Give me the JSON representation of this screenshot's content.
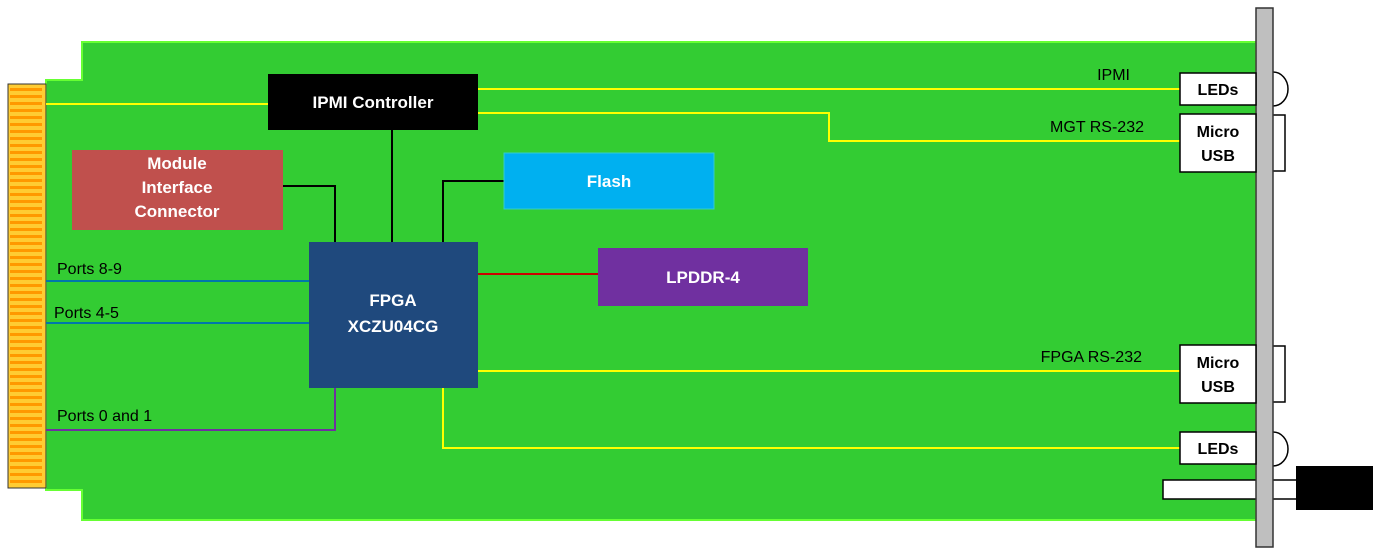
{
  "blocks": {
    "ipmi_controller": "IPMI Controller",
    "module_interface": [
      "Module",
      "Interface",
      "Connector"
    ],
    "flash": "Flash",
    "lpddr": "LPDDR-4",
    "fpga": [
      "FPGA",
      "XCZU04CG"
    ]
  },
  "signals": {
    "ipmi": "IPMI",
    "mgt_rs232": "MGT RS-232",
    "fpga_rs232": "FPGA RS-232",
    "ports_8_9": "Ports 8-9",
    "ports_4_5": "Ports 4-5",
    "ports_0_1": "Ports 0 and 1"
  },
  "front_panel": {
    "leds_top": "LEDs",
    "micro_usb_top": [
      "Micro",
      "USB"
    ],
    "micro_usb_bottom": [
      "Micro",
      "USB"
    ],
    "leds_bottom": "LEDs"
  },
  "colors": {
    "board": "#33cc33",
    "board_edge": "#66ff33",
    "connector": "#ffcc33",
    "yellow_trace": "#ffff00",
    "blue_trace": "#0077aa",
    "purple_trace": "#7030a0",
    "red_trace": "#cc0000",
    "ipmi_block": "#000000",
    "module_block": "#c0504d",
    "flash_block": "#00b0f0",
    "lpddr_block": "#7030a0",
    "fpga_block": "#1f497d",
    "panel": "#bfbfbf"
  }
}
